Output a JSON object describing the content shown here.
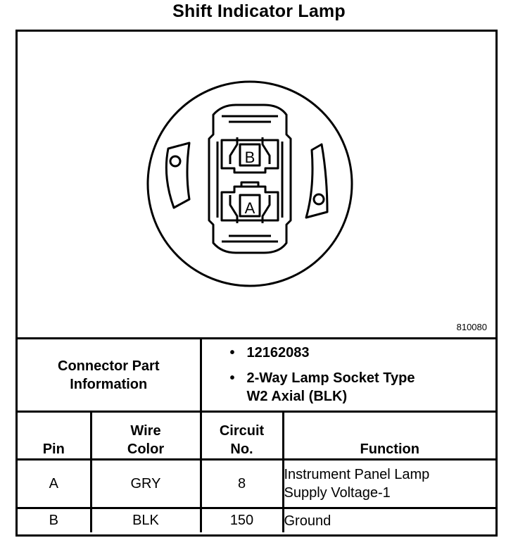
{
  "title": "Shift Indicator Lamp",
  "figure": {
    "code": "810080",
    "cavity_labels": [
      "B",
      "A"
    ]
  },
  "connector": {
    "label_line1": "Connector Part",
    "label_line2": "Information",
    "bullet": "•",
    "part_number": "12162083",
    "desc_line1": "2-Way Lamp Socket Type",
    "desc_line2": "W2 Axial (BLK)"
  },
  "table": {
    "headers": {
      "pin": "Pin",
      "wire_line1": "Wire",
      "wire_line2": "Color",
      "circuit_line1": "Circuit",
      "circuit_line2": "No.",
      "function": "Function"
    },
    "rows": [
      {
        "pin": "A",
        "color": "GRY",
        "circuit": "8",
        "function_line1": "Instrument Panel Lamp",
        "function_line2": "Supply Voltage-1"
      },
      {
        "pin": "B",
        "color": "BLK",
        "circuit": "150",
        "function_line1": "Ground",
        "function_line2": ""
      }
    ]
  }
}
